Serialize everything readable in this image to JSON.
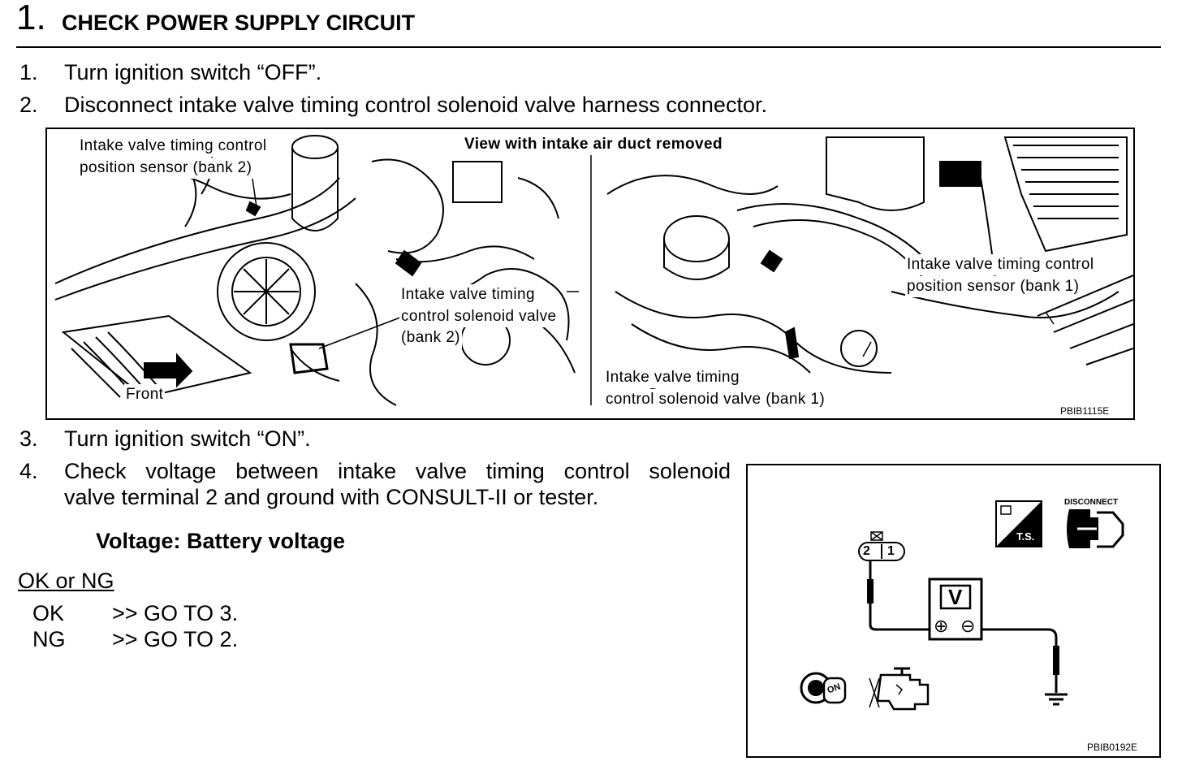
{
  "header": {
    "step_number": "1.",
    "title": "CHECK POWER SUPPLY CIRCUIT"
  },
  "steps": [
    {
      "num": "1.",
      "text": "Turn ignition switch “OFF”."
    },
    {
      "num": "2.",
      "text": "Disconnect intake valve timing control solenoid valve harness connector."
    },
    {
      "num": "3.",
      "text": "Turn ignition switch “ON”."
    },
    {
      "num": "4.",
      "text_line1": "Check voltage between intake valve timing control solenoid",
      "text_line2": "valve terminal 2 and ground with CONSULT-II or tester."
    }
  ],
  "spec": "Voltage: Battery voltage",
  "result": {
    "heading": "OK or NG",
    "options": [
      {
        "key": "OK",
        "action": ">> GO TO 3."
      },
      {
        "key": "NG",
        "action": ">> GO TO 2."
      }
    ]
  },
  "figure1": {
    "caption": "View with intake air duct removed",
    "label_sensor_b2_l1": "Intake valve timing control",
    "label_sensor_b2_l2": "position sensor (bank 2)",
    "label_valve_b2_l1": "Intake valve timing",
    "label_valve_b2_l2": "control solenoid valve",
    "label_valve_b2_l3": "(bank 2)",
    "label_sensor_b1_l1": "Intake valve timing control",
    "label_sensor_b1_l2": "position sensor (bank 1)",
    "label_valve_b1_l1": "Intake valve timing",
    "label_valve_b1_l2": "control solenoid valve (bank 1)",
    "label_front": "Front",
    "code": "PBIB1115E"
  },
  "figure2": {
    "terminal_a": "2",
    "terminal_b": "1",
    "meter_label": "V",
    "meter_plus": "⊕",
    "meter_minus": "⊖",
    "ts_label": "T.S.",
    "disconnect_label": "DISCONNECT",
    "key_label": "ON",
    "code": "PBIB0192E"
  }
}
